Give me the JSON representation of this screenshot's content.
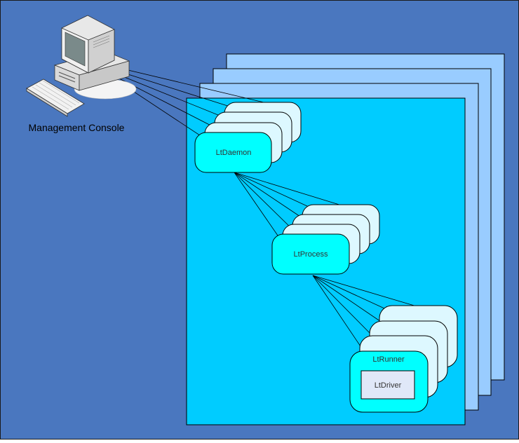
{
  "diagram": {
    "colors": {
      "background": "#4a77bf",
      "border": "#1a1a1a",
      "host_back": "#99ccff",
      "host_front": "#00ccff",
      "node_back": "#ddf8ff",
      "node_front": "#00ffff",
      "driver_box": "#e0e8f8",
      "line": "#000000"
    },
    "console": {
      "label": "Management Console",
      "icon": "desktop-computer-icon"
    },
    "nodes": {
      "daemon": "LtDaemon",
      "process": "LtProcess",
      "runner": "LtRunner",
      "driver": "LtDriver"
    }
  }
}
